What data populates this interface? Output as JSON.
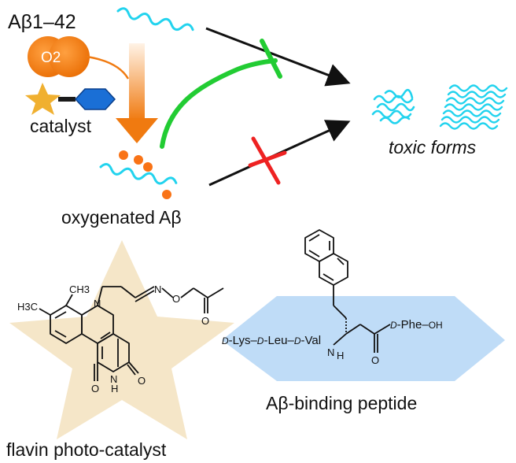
{
  "labels": {
    "abeta": "Aβ1–42",
    "o2": "O2",
    "catalyst": "catalyst",
    "oxygenated": "oxygenated Aβ",
    "toxic_forms": "toxic forms",
    "binding_peptide": "Aβ-binding peptide",
    "flavin": "flavin photo-catalyst"
  },
  "chemistry": {
    "methyl_top": "CH3",
    "methyl_left": "H3C",
    "n_ring": "N",
    "n_oxime": "N",
    "o_oxime": "O",
    "o_carbonyl1": "O",
    "o_carbonyl2": "O",
    "o_flavin_left": "O",
    "o_flavin_right": "O",
    "nh_flavin": "N",
    "h_flavin": "H",
    "nh_peptide": "N",
    "h_peptide": "H",
    "oh": "OH"
  },
  "peptide": {
    "d1": "D",
    "lys": "-Lys–",
    "d2": "D",
    "leu": "-Leu–",
    "d3": "D",
    "val": "-Val",
    "d4": "D",
    "phe": "-Phe–"
  },
  "colors": {
    "peptide_wave": "#22d3ee",
    "oxygen_dot": "#f97316",
    "inhibit": "#22cc33",
    "block_x": "#ee2222",
    "star": "#f5e6c8",
    "hexagon": "#bfdcf7",
    "catalyst_star": "#f0b030",
    "catalyst_hex": "#1a6fd6"
  }
}
